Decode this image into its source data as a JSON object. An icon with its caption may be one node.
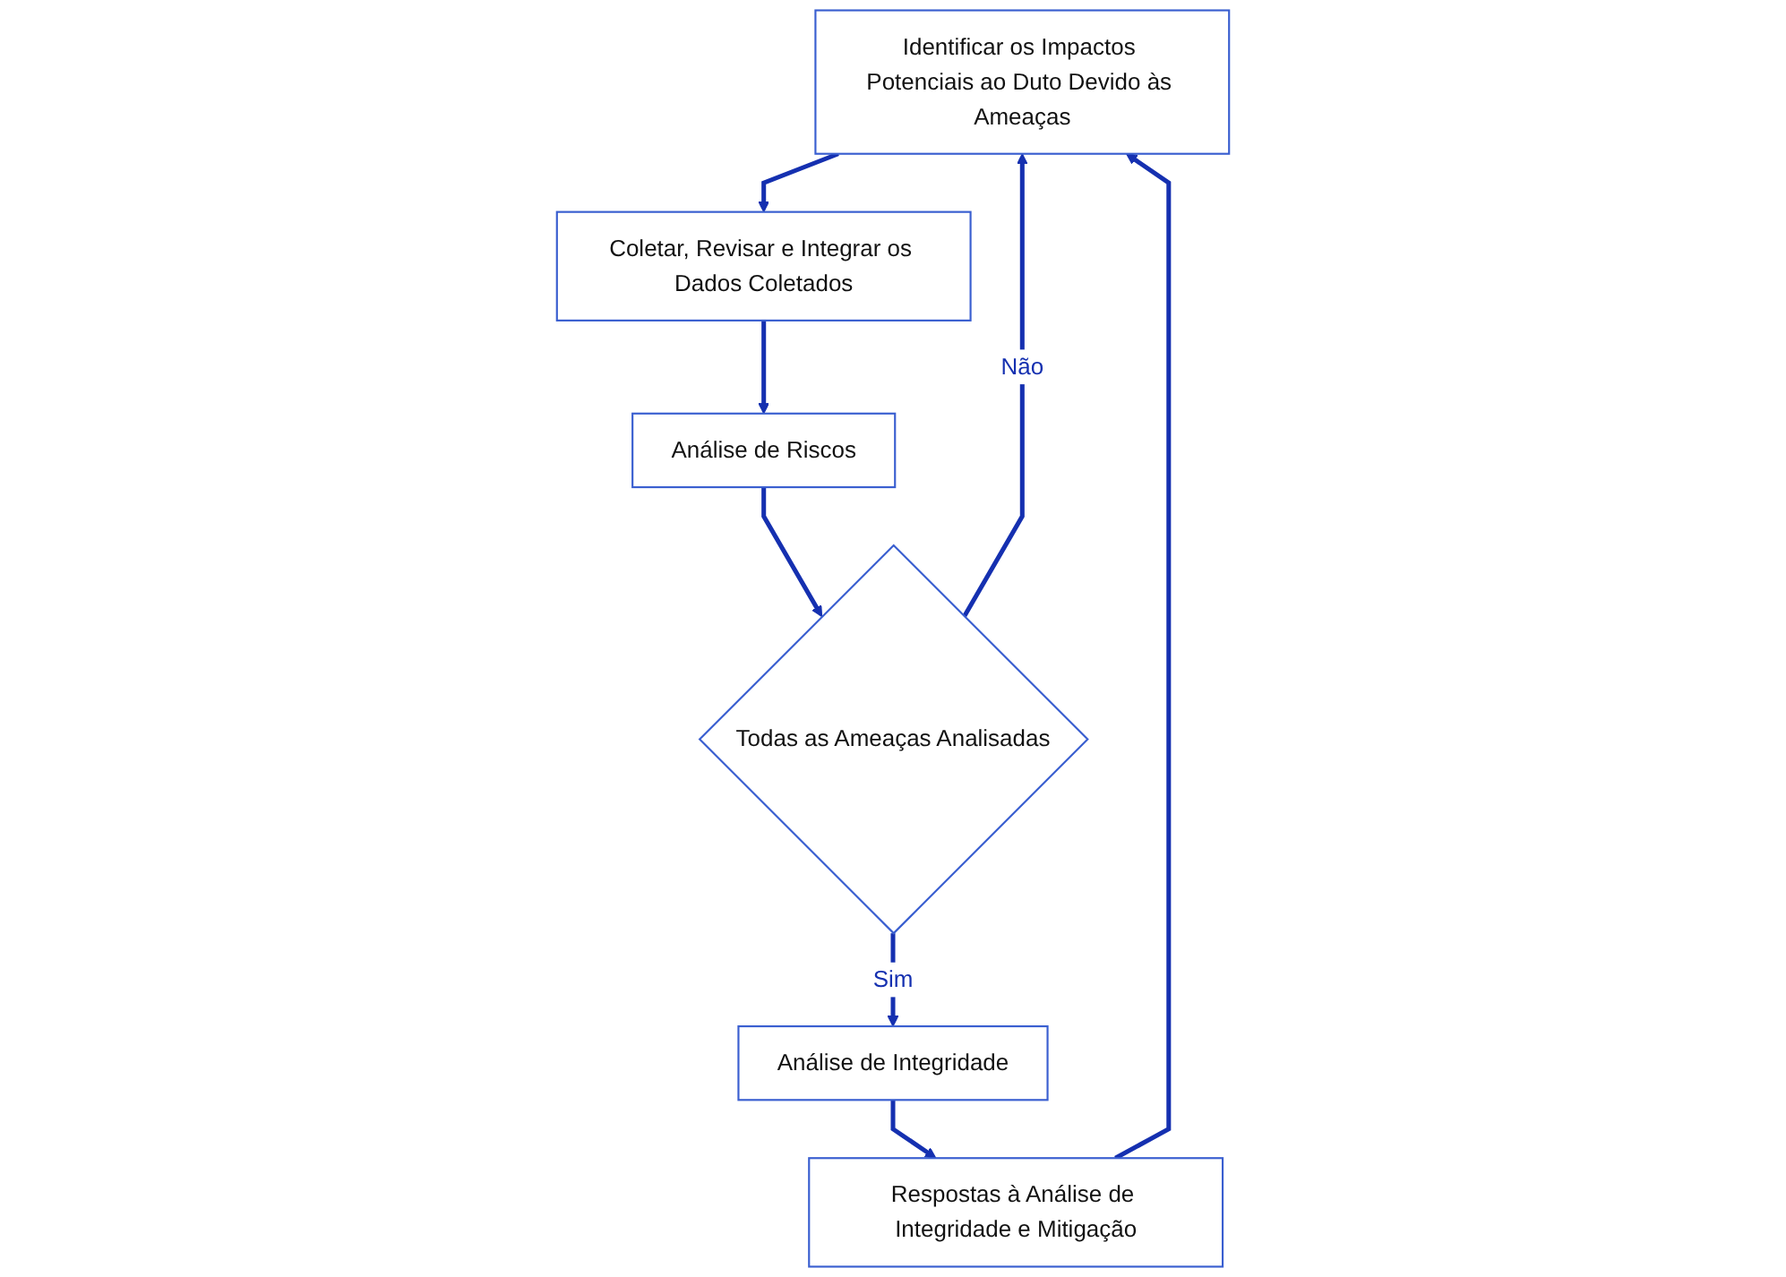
{
  "diagram": {
    "nodes": [
      {
        "text": [
          "Identificar os Impactos Potenciais ao Duto Devido às Ameaças"
        ]
      },
      {
        "text": [
          "Coletar, Revisar e Integrar os Dados Coletados"
        ]
      },
      {
        "text": [
          "Análise de Riscos"
        ]
      },
      {
        "text": [
          "Todas as Ameaças Analisadas"
        ]
      },
      {
        "text": [
          "Análise de Integridade"
        ]
      },
      {
        "text": [
          "Respostas à Análise de Integridade e Mitigação"
        ]
      }
    ],
    "edges": [
      {
        "from": 0,
        "to": 1,
        "arrow": "to"
      },
      {
        "from": 1,
        "to": 2,
        "arrow": "to"
      },
      {
        "from": 2,
        "to": 3,
        "arrow": "to"
      },
      {
        "from": 3,
        "to": 0,
        "arrow": "to",
        "label": "Não"
      },
      {
        "from": 3,
        "to": 4,
        "arrow": "to",
        "label": "Sim"
      },
      {
        "from": 4,
        "to": 5,
        "arrow": "to"
      },
      {
        "from": 5,
        "to": 0,
        "arrow": "to"
      }
    ]
  }
}
